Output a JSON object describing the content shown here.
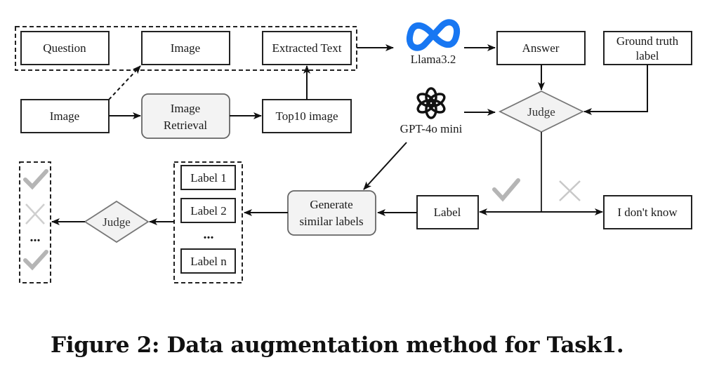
{
  "figure": {
    "caption": "Figure 2: Data augmentation method for Task1."
  },
  "input_group": {
    "question": "Question",
    "image": "Image",
    "extracted_text": "Extracted Text"
  },
  "retrieval": {
    "query_image": "Image",
    "process_line1": "Image",
    "process_line2": "Retrieval",
    "top10": "Top10 image"
  },
  "models": {
    "llama": "Llama3.2",
    "gpt": "GPT-4o mini",
    "llama_color": "#1877F2"
  },
  "evaluation": {
    "answer": "Answer",
    "ground_truth_line1": "Ground truth",
    "ground_truth_line2": "label",
    "judge": "Judge",
    "correct_branch": "Label",
    "incorrect_branch": "I don't know"
  },
  "augmentation": {
    "generate_line1": "Generate",
    "generate_line2": "similar labels",
    "labels": [
      "Label 1",
      "Label 2",
      "...",
      "Label n"
    ],
    "judge": "Judge",
    "results": [
      "correct",
      "incorrect",
      "...",
      "correct"
    ]
  }
}
